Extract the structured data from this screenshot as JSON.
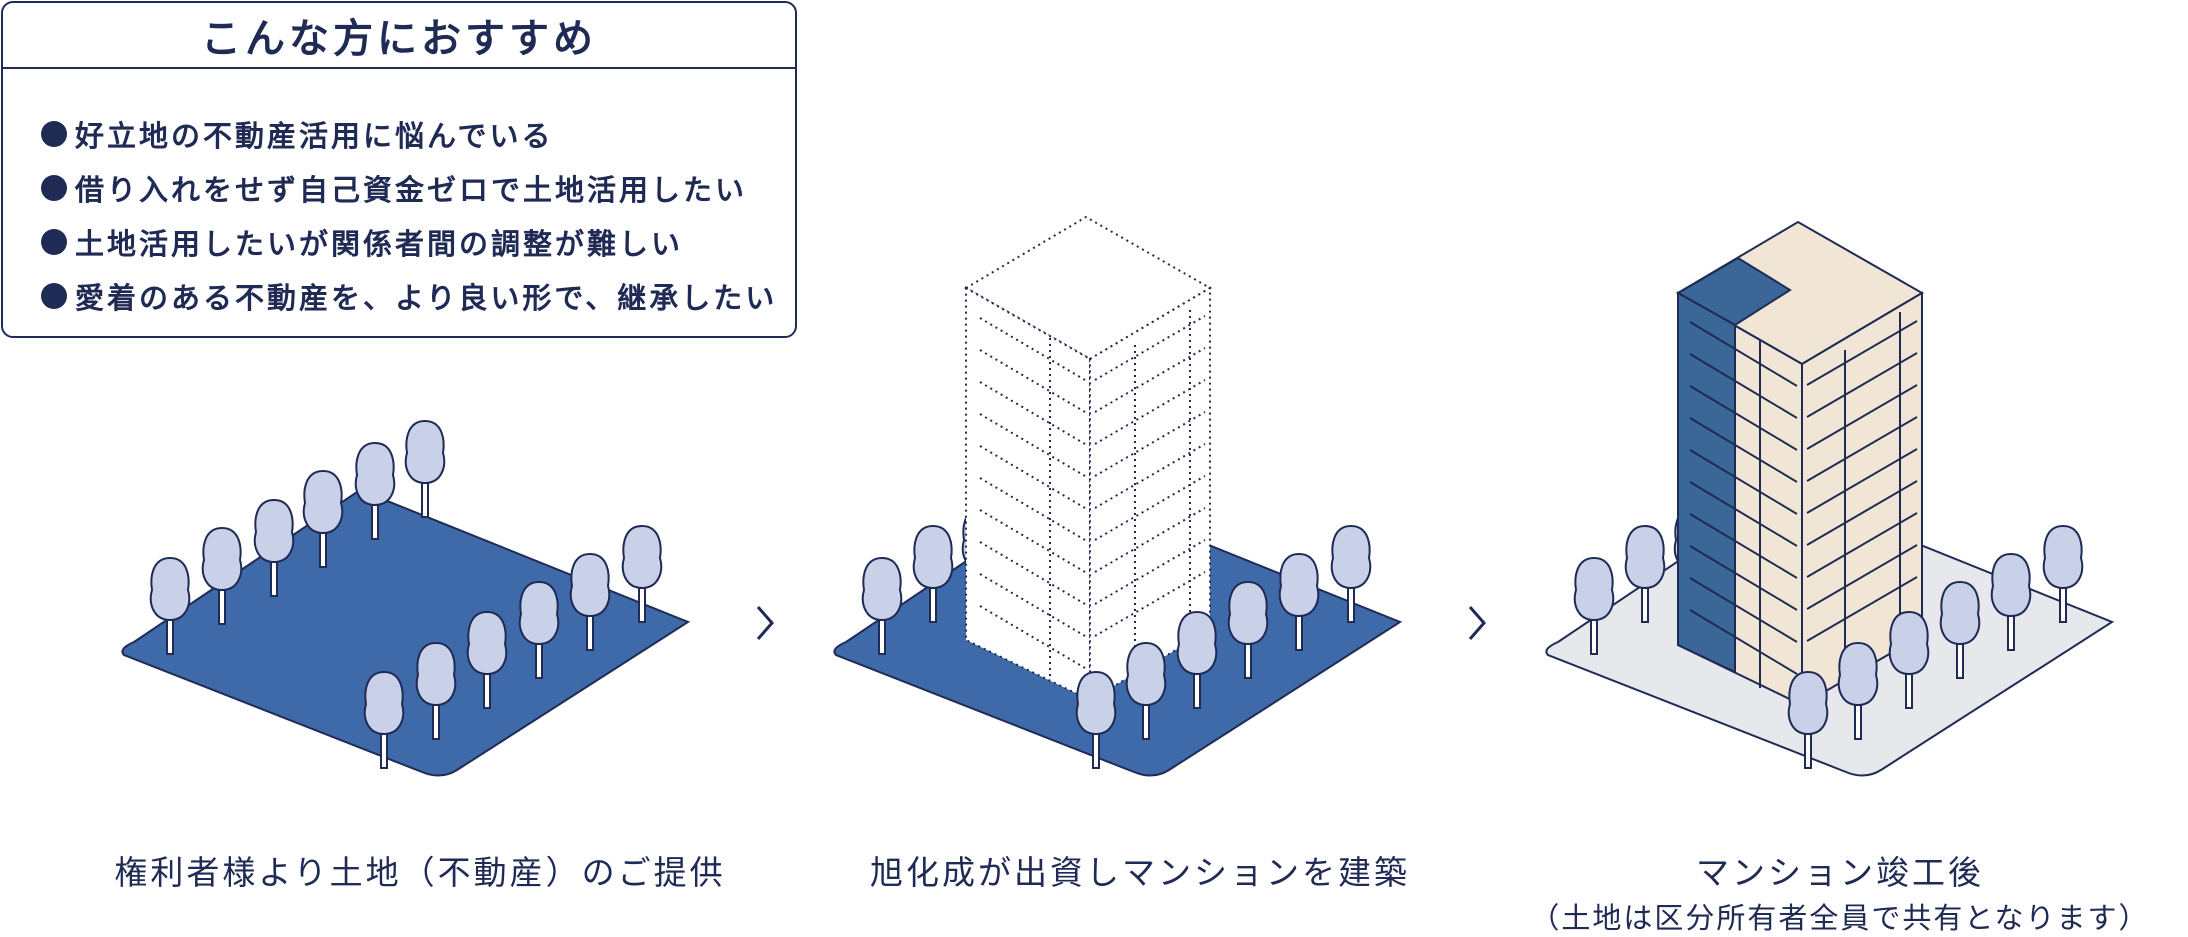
{
  "recommend": {
    "title": "こんな方におすすめ",
    "items": [
      "好立地の不動産活用に悩んでいる",
      "借り入れをせず自己資金ゼロで土地活用したい",
      "土地活用したいが関係者間の調整が難しい",
      "愛着のある不動産を、より良い形で、継承したい"
    ]
  },
  "steps": [
    {
      "caption": "権利者様より土地（不動産）のご提供"
    },
    {
      "caption": "旭化成が出資しマンションを建築"
    },
    {
      "caption": "マンション竣工後",
      "sub_caption": "（土地は区分所有者全員で共有となります）"
    }
  ],
  "colors": {
    "navy": "#1f2a55",
    "land_blue": "#3e6aa9",
    "land_gray": "#e7e8ec",
    "tree": "#c8d1e8",
    "building_cream": "#f1e6d6",
    "building_blue": "#3a6698"
  }
}
